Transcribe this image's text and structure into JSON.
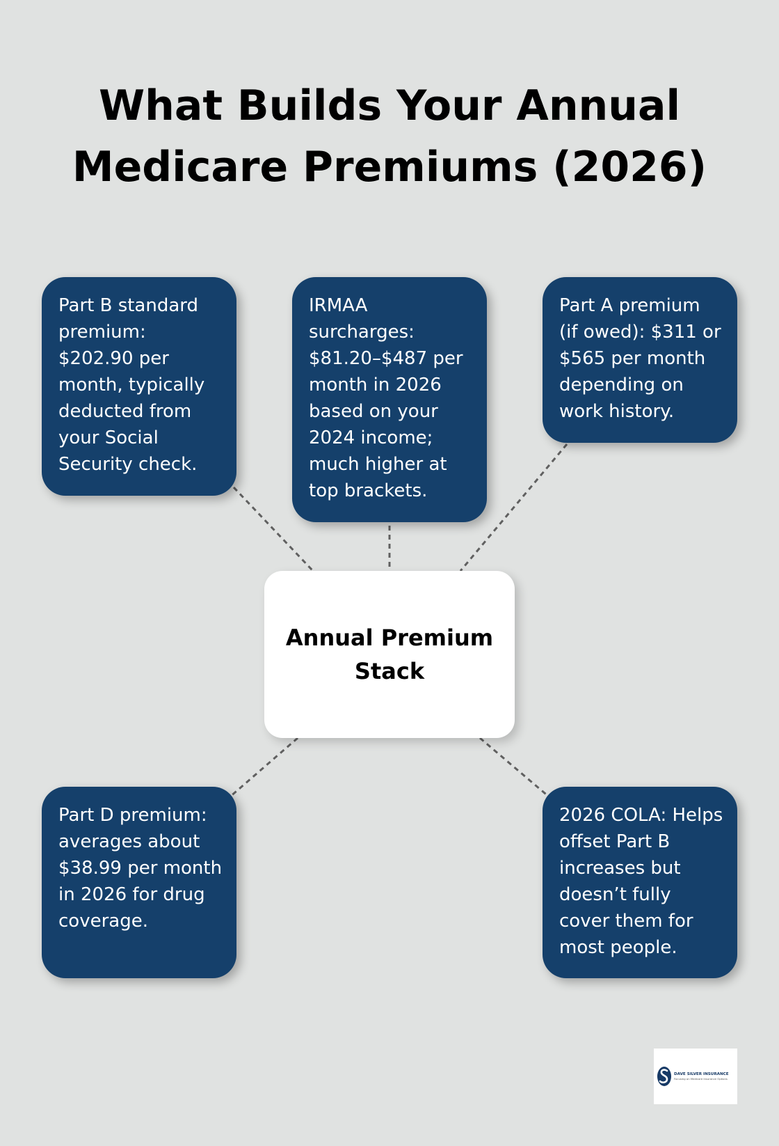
{
  "title": {
    "line1": "What Builds Your Annual",
    "line2": "Medicare Premiums (2026)"
  },
  "center": {
    "label": "Annual Premium Stack"
  },
  "cards": {
    "part_b": "Part B standard premium: $202.90 per month, typically deducted from your Social Security check.",
    "irmaa": "IRMAA surcharges: $81.20–$487 per month in 2026 based on your 2024 income; much higher at top brackets.",
    "part_a": "Part A premium (if owed): $311 or $565 per month depending on work history.",
    "part_d": "Part D premium: averages about $38.99 per month in 2026 for drug coverage.",
    "cola": "2026 COLA: Helps offset Part B increases but doesn’t fully cover them for most people."
  },
  "logo": {
    "name": "DAVE SILVER INSURANCE",
    "tagline": "Focusing on Medicare Insurance Options"
  },
  "colors": {
    "background": "#e0e2e1",
    "card_fill": "#15406b",
    "card_text": "#ffffff",
    "center_fill": "#ffffff",
    "connector": "#606060"
  }
}
